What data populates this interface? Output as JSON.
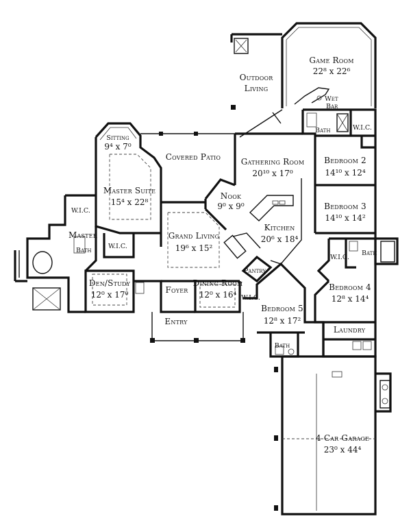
{
  "rooms": {
    "game_room": {
      "name": "Game Room",
      "dim": "22⁸ x 22⁶"
    },
    "outdoor_living": {
      "line1": "Outdoor",
      "line2": "Living"
    },
    "wet_bar": {
      "line1": "Wet",
      "line2": "Bar"
    },
    "bath_top": {
      "name": "Bath"
    },
    "wic_top": {
      "name": "W.I.C."
    },
    "bedroom2": {
      "name": "Bedroom 2",
      "dim": "14¹⁰ x 12⁴"
    },
    "sitting": {
      "name": "Sitting",
      "dim": "9⁴ x 7⁰"
    },
    "covered_patio": {
      "name": "Covered Patio"
    },
    "gathering_room": {
      "name": "Gathering Room",
      "dim": "20¹⁰ x 17⁰"
    },
    "master_suite": {
      "name": "Master Suite",
      "dim": "15⁴ x 22⁸"
    },
    "nook": {
      "name": "Nook",
      "dim": "9⁰ x 9⁰"
    },
    "bedroom3": {
      "name": "Bedroom 3",
      "dim": "14¹⁰ x 14²"
    },
    "wic_master": {
      "name": "W.I.C."
    },
    "master_bath": {
      "line1": "Master",
      "line2": "Bath"
    },
    "wic_master2": {
      "name": "W.I.C."
    },
    "grand_living": {
      "name": "Grand Living",
      "dim": "19⁶ x 15²"
    },
    "kitchen": {
      "name": "Kitchen",
      "dim": "20⁶ x 18⁴"
    },
    "wic_bed4": {
      "name": "W.I.C."
    },
    "bath_bed4": {
      "name": "Bath"
    },
    "pantry": {
      "name": "Pantry"
    },
    "bedroom4": {
      "name": "Bedroom 4",
      "dim": "12⁸ x 14⁴"
    },
    "den_study": {
      "name": "Den/Study",
      "dim": "12⁰ x 17⁰"
    },
    "foyer": {
      "name": "Foyer"
    },
    "dining_room": {
      "name": "Dining Room",
      "dim": "12⁰ x 16⁴"
    },
    "wic_bed5": {
      "name": "W.I.C."
    },
    "bedroom5": {
      "name": "Bedroom 5",
      "dim": "12⁸ x 17²"
    },
    "laundry": {
      "name": "Laundry"
    },
    "entry": {
      "name": "Entry"
    },
    "bath_bed5": {
      "name": "Bath"
    },
    "garage": {
      "name": "4 Car Garage",
      "dim": "23⁰ x 44⁴"
    }
  }
}
